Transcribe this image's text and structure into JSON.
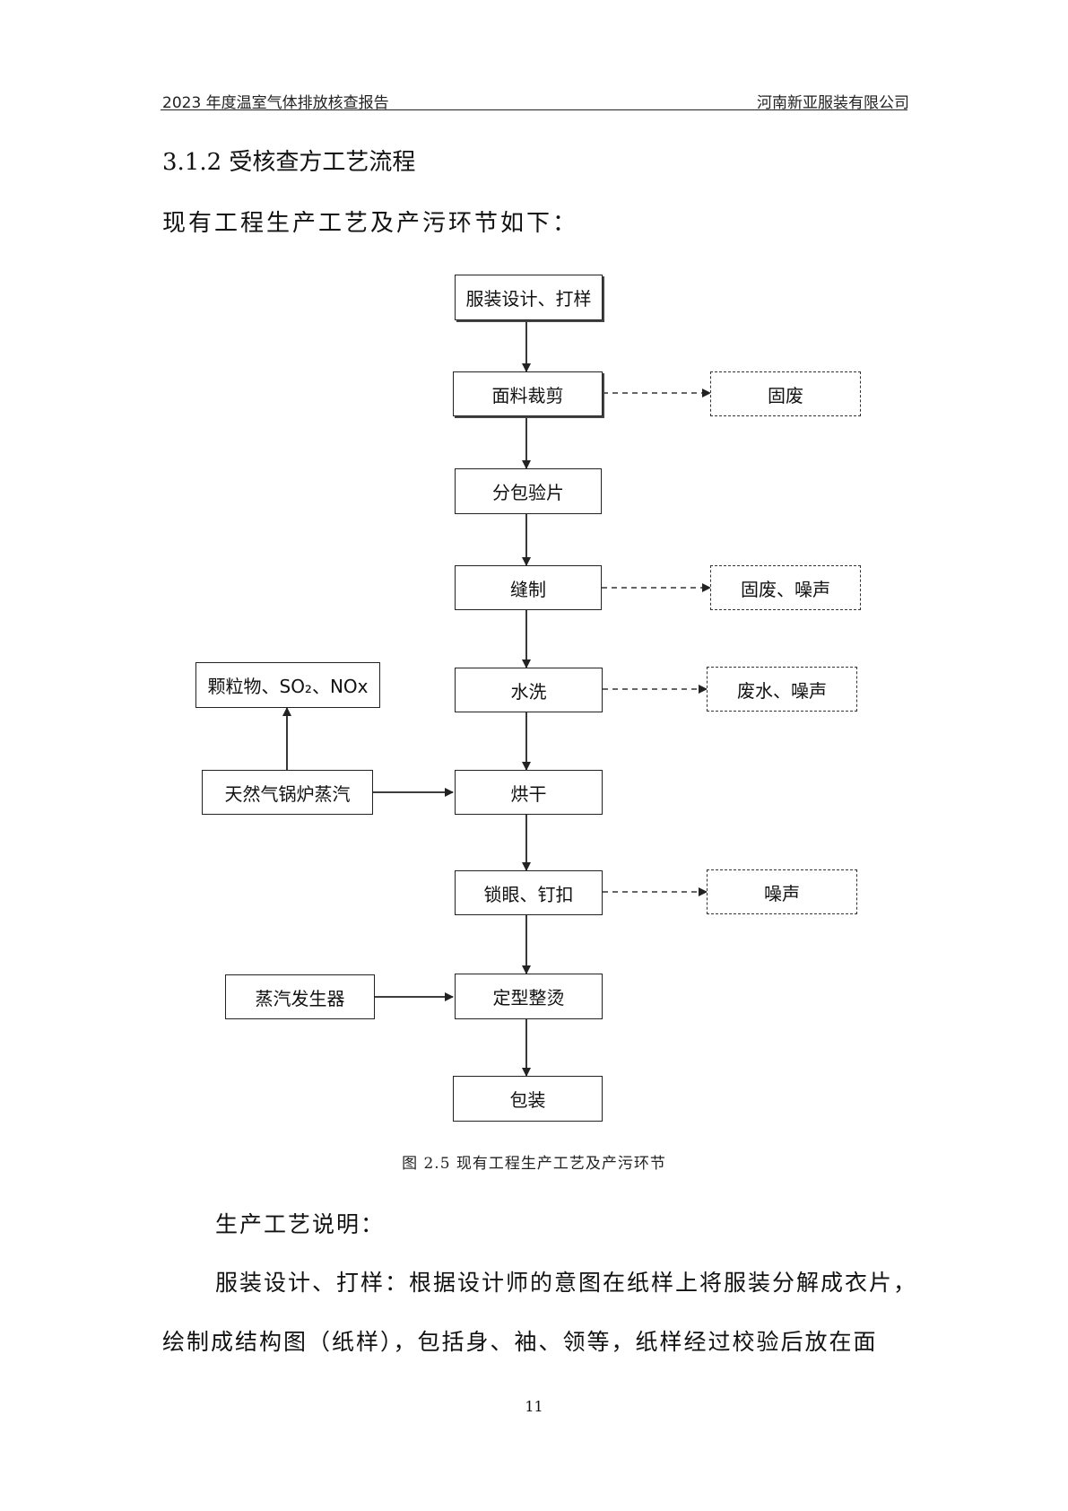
{
  "header": {
    "left": "2023 年度温室气体排放核查报告",
    "right": "河南新亚服装有限公司"
  },
  "section_title": "3.1.2  受核查方工艺流程",
  "intro": "现有工程生产工艺及产污环节如下：",
  "flow": {
    "main": [
      "服装设计、打样",
      "面料裁剪",
      "分包验片",
      "缝制",
      "水洗",
      "烘干",
      "锁眼、钉扣",
      "定型整烫",
      "包装"
    ],
    "outputs": {
      "cutting": "固废",
      "sewing": "固废、噪声",
      "washing": "废水、噪声",
      "buttonhole": "噪声"
    },
    "inputs": {
      "boiler": "天然气锅炉蒸汽",
      "emissions": "颗粒物、SO₂、NOx",
      "steam_generator": "蒸汽发生器"
    }
  },
  "caption": "图 2.5  现有工程生产工艺及产污环节",
  "body": {
    "title": "生产工艺说明：",
    "line1": "服装设计、打样：根据设计师的意图在纸样上将服装分解成衣片，",
    "line2": "绘制成结构图（纸样），包括身、袖、领等，纸样经过校验后放在面"
  },
  "page_number": "11"
}
